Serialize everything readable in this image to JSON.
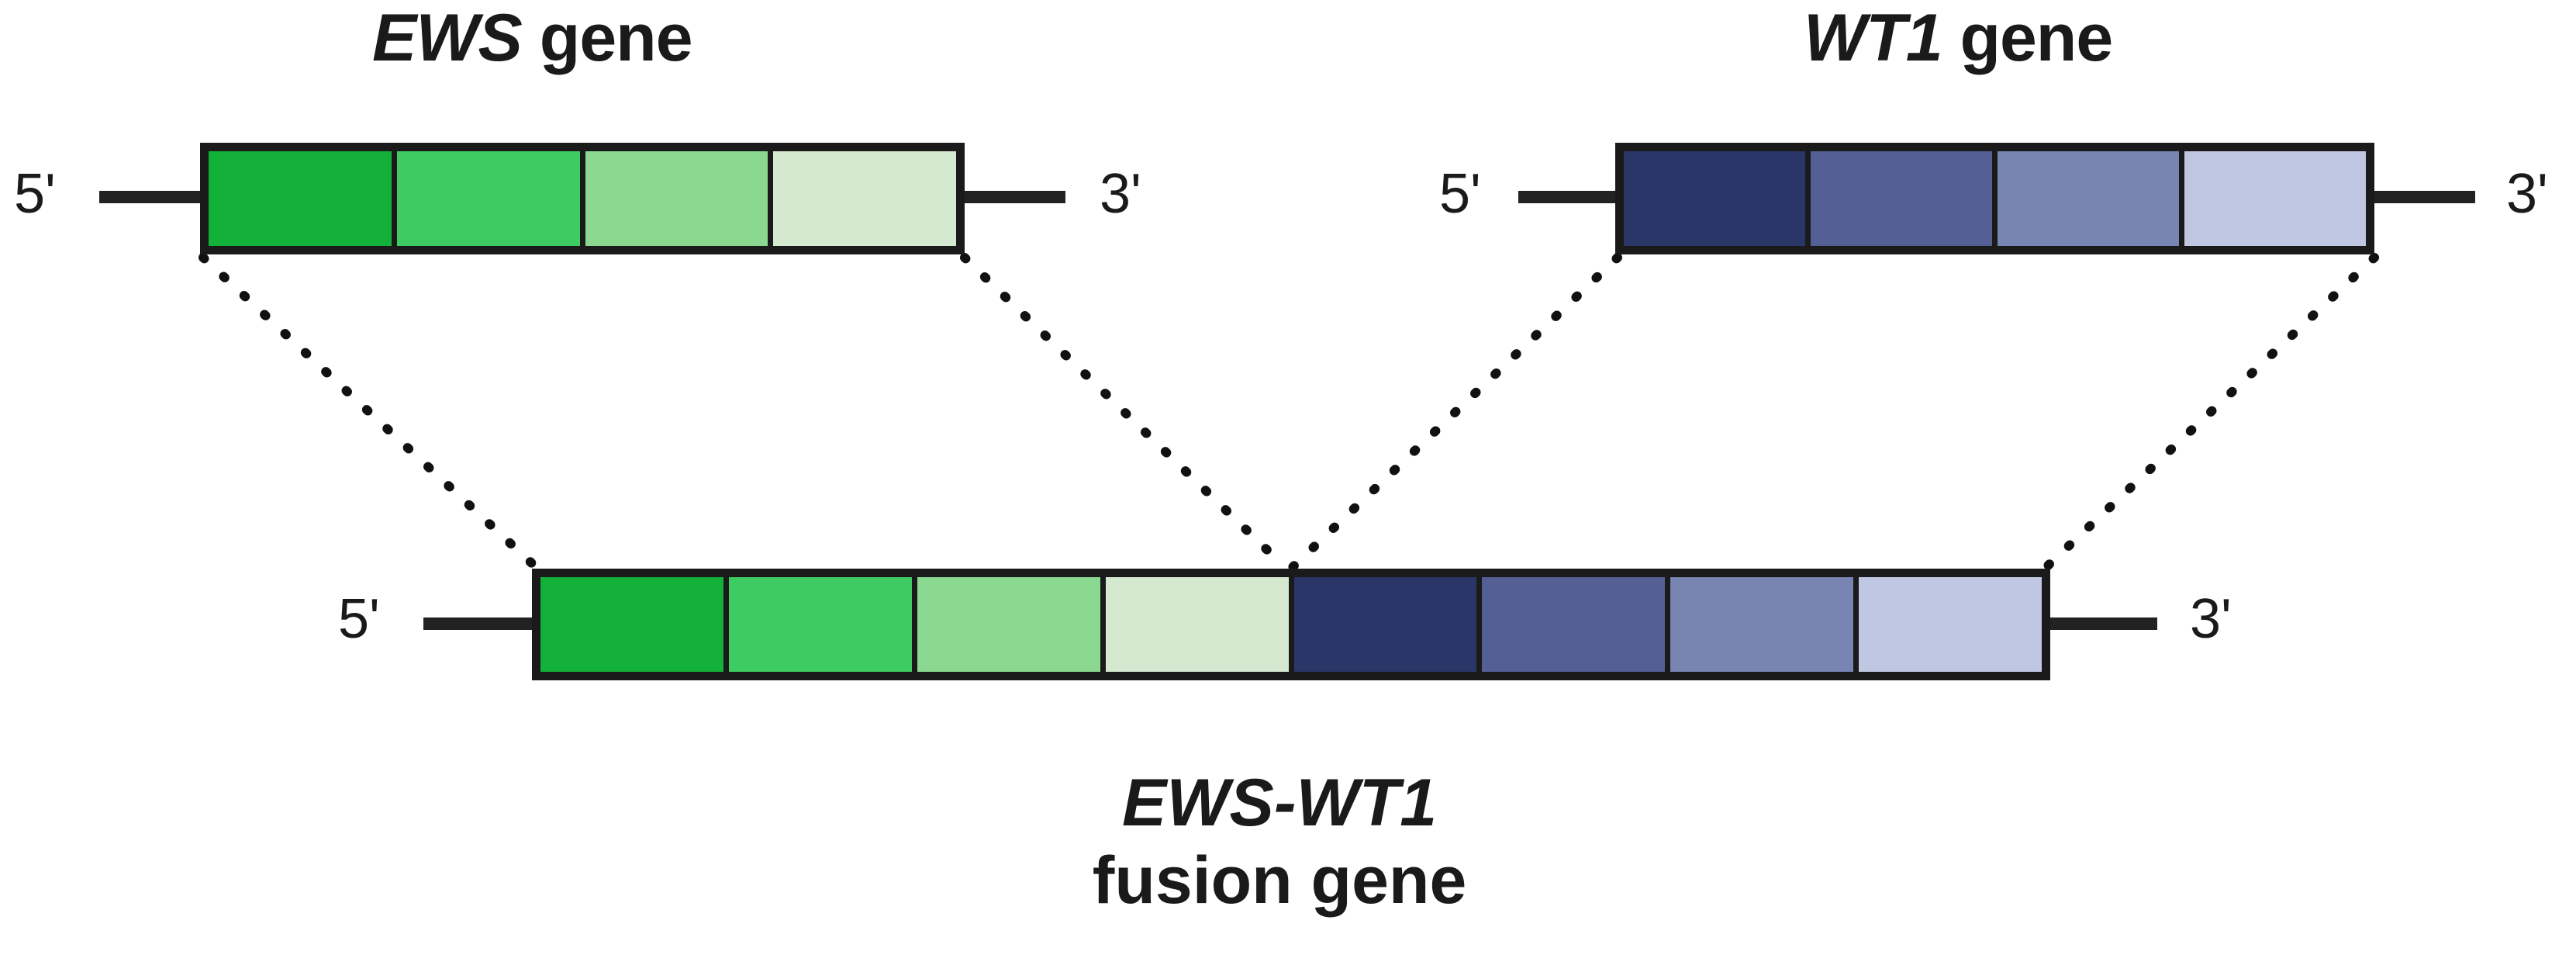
{
  "diagram": {
    "title": "EWS-WT1 fusion gene formation diagram",
    "background_color": "#ffffff",
    "outline_color": "#1a1a1a",
    "connector_style": "dotted"
  },
  "genes": {
    "ews": {
      "symbol": "EWS",
      "suffix": " gene",
      "five_prime_label": "5'",
      "three_prime_label": "3'",
      "exons": [
        {
          "name": "ews-exon-1",
          "color": "#13B03A"
        },
        {
          "name": "ews-exon-2",
          "color": "#3DCB62"
        },
        {
          "name": "ews-exon-3",
          "color": "#8BD890"
        },
        {
          "name": "ews-exon-4",
          "color": "#D4E9CF"
        }
      ]
    },
    "wt1": {
      "symbol": "WT1",
      "suffix": " gene",
      "five_prime_label": "5'",
      "three_prime_label": "3'",
      "exons": [
        {
          "name": "wt1-exon-1",
          "color": "#2A3568"
        },
        {
          "name": "wt1-exon-2",
          "color": "#535F95"
        },
        {
          "name": "wt1-exon-3",
          "color": "#7884B2"
        },
        {
          "name": "wt1-exon-4",
          "color": "#C0C7E2"
        }
      ]
    },
    "fusion": {
      "symbol": "EWS-WT1",
      "suffix": "fusion gene",
      "five_prime_label": "5'",
      "three_prime_label": "3'",
      "exons": [
        {
          "name": "fusion-exon-ews-1",
          "color": "#13B03A"
        },
        {
          "name": "fusion-exon-ews-2",
          "color": "#3DCB62"
        },
        {
          "name": "fusion-exon-ews-3",
          "color": "#8BD890"
        },
        {
          "name": "fusion-exon-ews-4",
          "color": "#D4E9CF"
        },
        {
          "name": "fusion-exon-wt1-1",
          "color": "#2A3568"
        },
        {
          "name": "fusion-exon-wt1-2",
          "color": "#535F95"
        },
        {
          "name": "fusion-exon-wt1-3",
          "color": "#7884B2"
        },
        {
          "name": "fusion-exon-wt1-4",
          "color": "#C0C7E2"
        }
      ]
    }
  }
}
